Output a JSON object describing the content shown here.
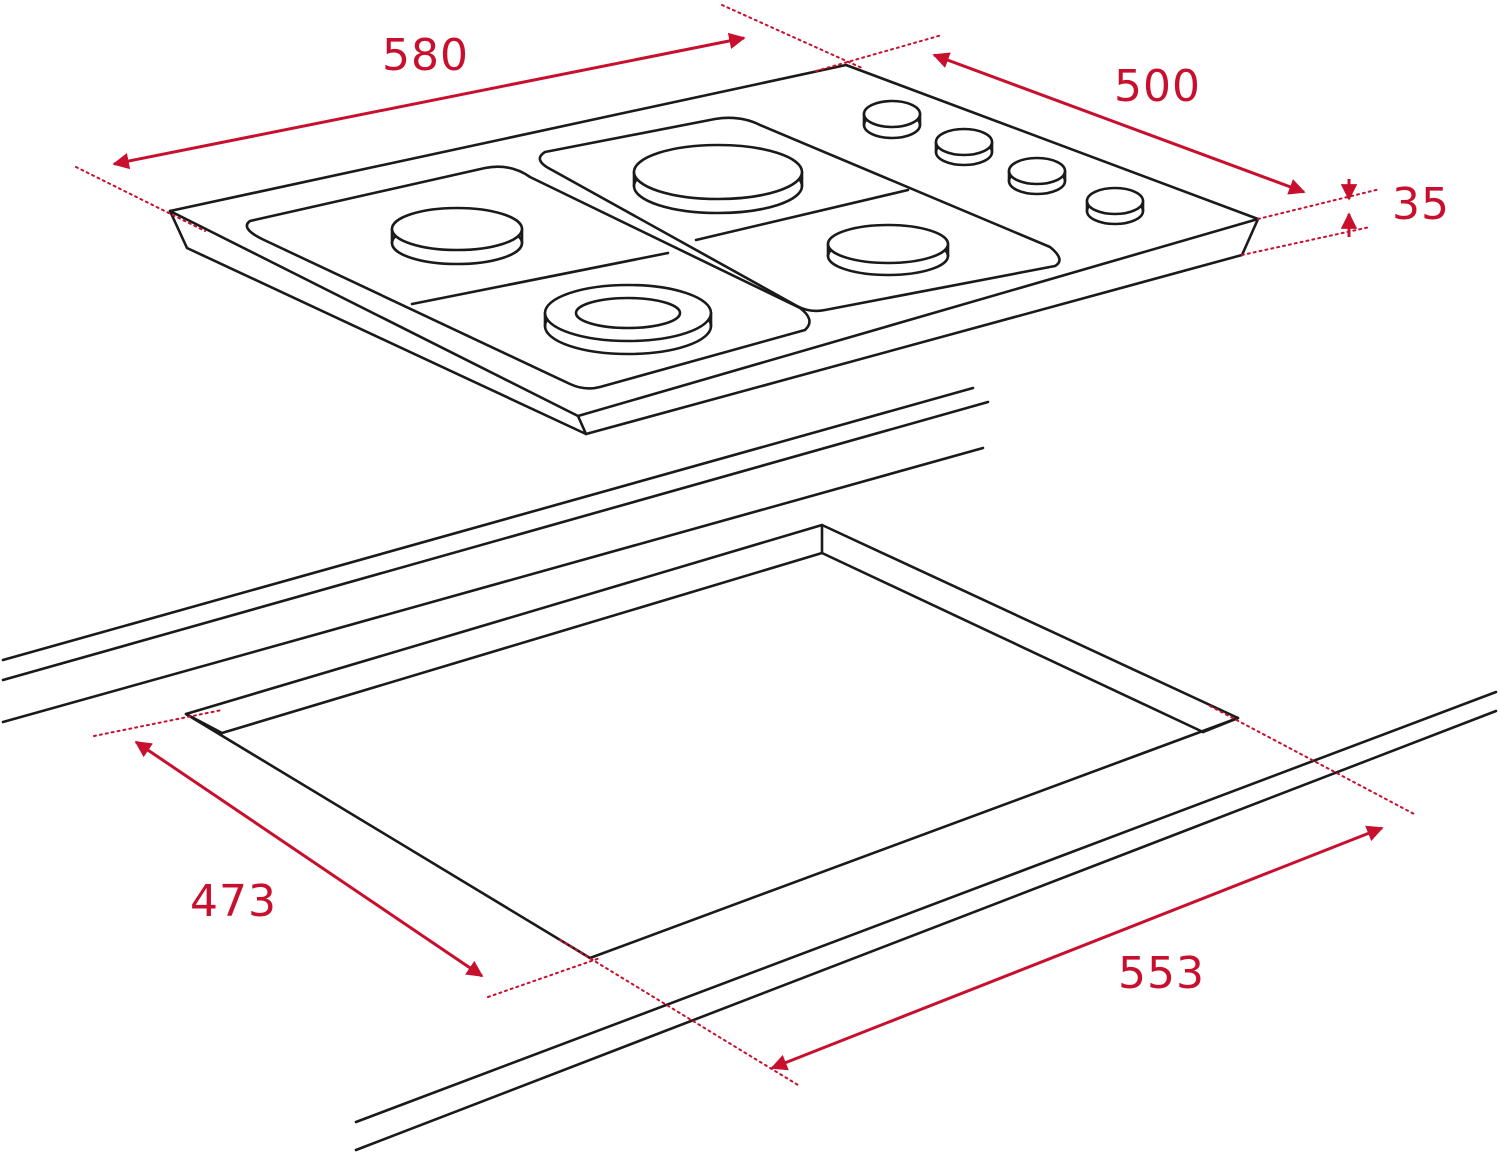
{
  "colors": {
    "outline": "#1a1a1a",
    "dimension": "#c8102e",
    "background": "#ffffff"
  },
  "dimensions": {
    "hob_width": "580",
    "hob_depth": "500",
    "hob_height": "35",
    "cutout_depth": "473",
    "cutout_width": "553"
  }
}
